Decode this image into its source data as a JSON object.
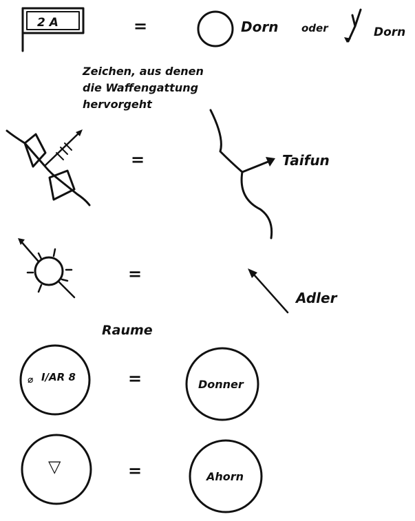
{
  "rows": [
    {
      "left_flag_text": "2 A",
      "equals": "=",
      "right_label": "Dorn",
      "connector": "oder",
      "right_label_2": "Dorn"
    },
    {
      "note_lines": [
        "Zeichen, aus denen",
        "die Waffengattung",
        "hervorgeht"
      ],
      "equals": "=",
      "right_label": "Taifun"
    },
    {
      "equals": "=",
      "right_label": "Adler"
    }
  ],
  "section_heading": "Raume",
  "areas": [
    {
      "left_text": "I/AR 8",
      "left_prefix": "⌀",
      "equals": "=",
      "right_label": "Donner"
    },
    {
      "left_symbol": "▽",
      "equals": "=",
      "right_label": "Ahorn"
    }
  ]
}
